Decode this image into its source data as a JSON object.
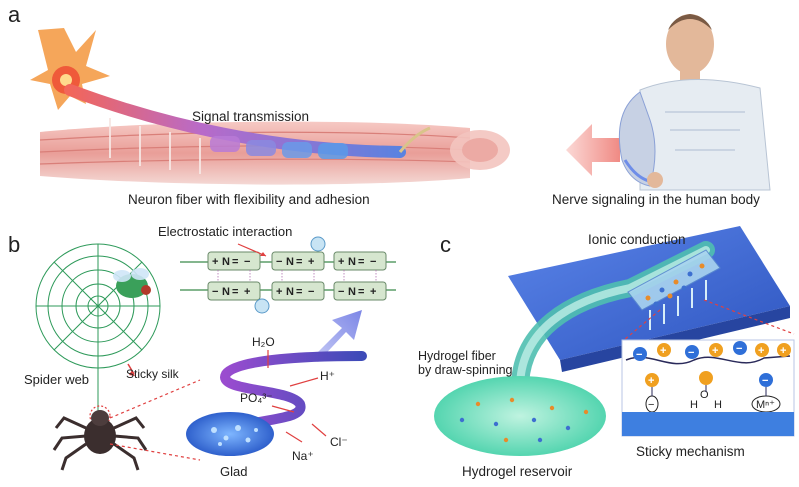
{
  "panel_a": {
    "letter": "a",
    "signal_label": "Signal transmission",
    "neuron_caption": "Neuron fiber with flexibility and adhesion",
    "human_caption": "Nerve signaling in the human body"
  },
  "panel_b": {
    "letter": "b",
    "electrostatic_label": "Electrostatic interaction",
    "spider_web_label": "Spider web",
    "sticky_silk_label": "Sticky silk",
    "glad_label": "Glad",
    "ions": {
      "h2o": "H₂O",
      "h_plus": "H⁺",
      "po4": "PO₄³⁻",
      "na_plus": "Na⁺",
      "cl_minus": "Cl⁻"
    },
    "box_tokens": [
      "+",
      "N",
      "=",
      "−"
    ]
  },
  "panel_c": {
    "letter": "c",
    "ionic_label": "Ionic conduction",
    "fiber_label_line1": "Hydrogel fiber",
    "fiber_label_line2": "by draw-spinning",
    "reservoir_label": "Hydrogel reservoir",
    "sticky_label": "Sticky mechanism",
    "mechanism": {
      "plus": "+",
      "minus": "−",
      "h": "H",
      "o": "O",
      "metal": "Mⁿ⁺"
    }
  },
  "colors": {
    "muscle": "#e8a3a0",
    "neuron": "#e86a2a",
    "hydrogel_blue": "#3d6fd0",
    "reservoir": "#4fd6b0",
    "sticky_bg": "#3e7fe0",
    "arrow_red": "#e04040",
    "arrow_blue": "#8a96ea"
  }
}
